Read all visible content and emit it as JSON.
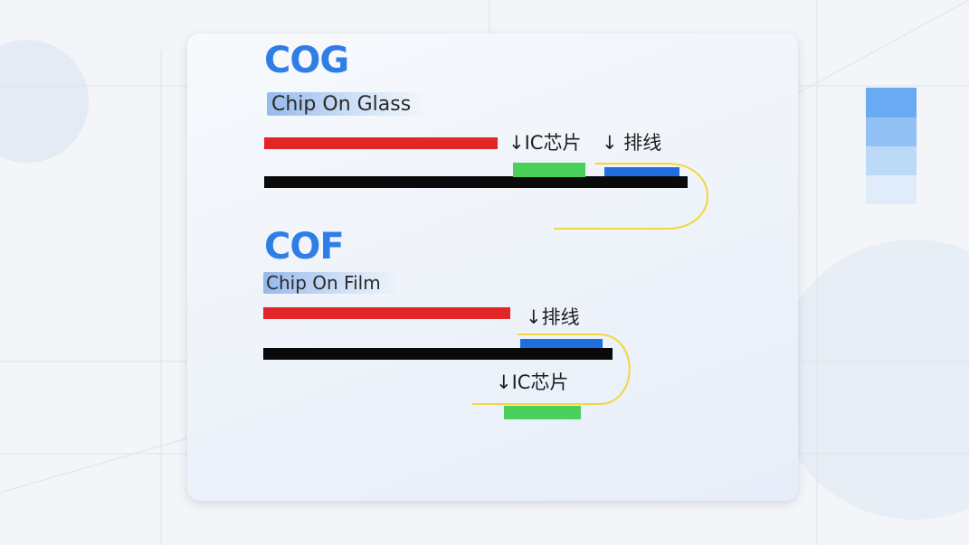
{
  "cog": {
    "title": "COG",
    "subtitle": "Chip On Glass",
    "ic_label": "IC芯片",
    "cable_label": "排线"
  },
  "cof": {
    "title": "COF",
    "subtitle": "Chip On Film",
    "cable_label": "排线",
    "ic_label": "IC芯片"
  },
  "colors": {
    "title_blue": "#2f7ee6",
    "glass_red": "#e32428",
    "substrate_black": "#0a0a0a",
    "ic_green": "#4bd05b",
    "cable_blue": "#1f6fe0",
    "flex_yellow": "#f2d73c",
    "swatches": [
      "#6aaaf2",
      "#92c2f5",
      "#bcd9f8",
      "#e1ecfb"
    ]
  },
  "icons": {
    "down_arrow": "↓"
  }
}
